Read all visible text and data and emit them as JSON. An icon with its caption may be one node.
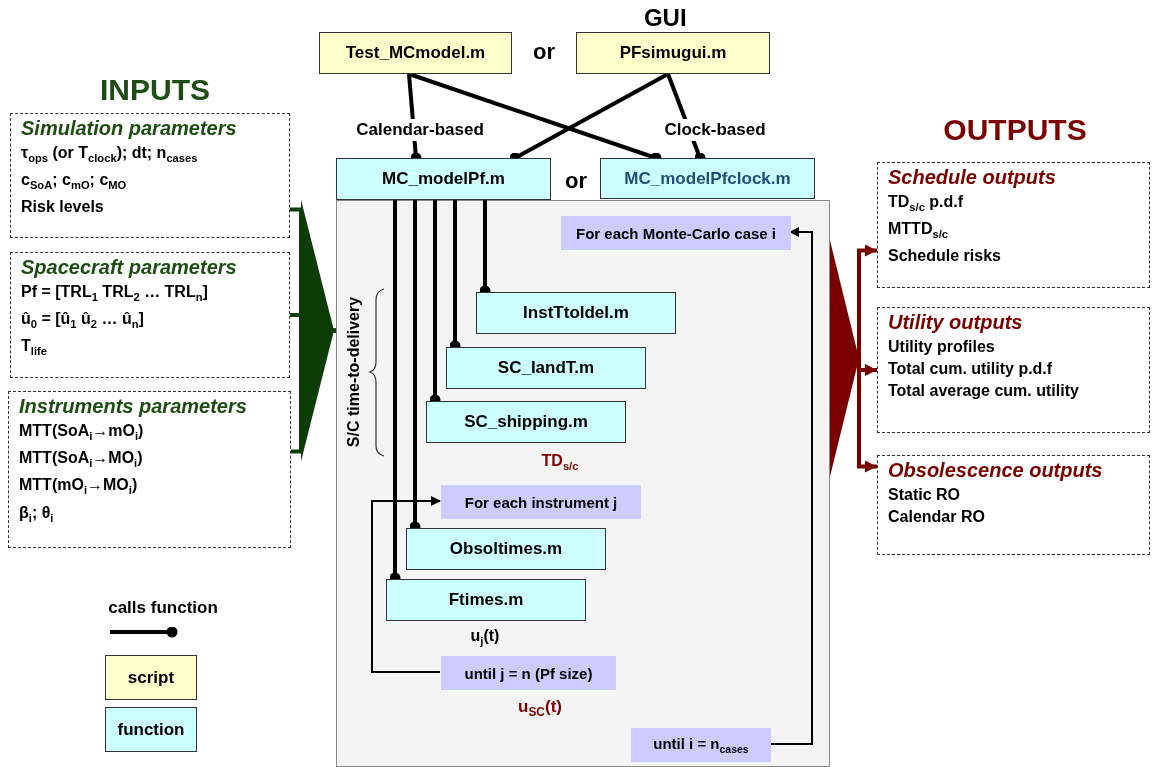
{
  "diagram": {
    "nodes": [
      {
        "text": [
          "Test_MCmodel.m"
        ]
      },
      {
        "text": [
          "PFsimugui.m"
        ],
        "beside": [
          "GUI"
        ]
      },
      {
        "text": [
          "MC_modelPf.m"
        ]
      },
      {
        "text": [
          "MC_modelPfclock.m"
        ]
      },
      {
        "text": [],
        "shape": "box"
      },
      {
        "text": [
          "For each Monte-Carlo case i"
        ],
        "in": 4
      },
      {
        "text": [
          "InstTtoIdel.m"
        ],
        "in": 4
      },
      {
        "text": [
          "SC_IandT.m"
        ],
        "in": 4
      },
      {
        "text": [
          "SC_shipping.m"
        ],
        "in": 4
      },
      {
        "text": [
          "For each instrument j"
        ],
        "in": 4
      },
      {
        "text": [
          "Obsoltimes.m"
        ],
        "in": 4
      },
      {
        "text": [
          "Ftimes.m"
        ],
        "in": 4
      },
      {
        "text": [
          "until j = n (Pf size)"
        ],
        "in": 4
      },
      {
        "text": [
          "until i = n$_{cases}$"
        ],
        "in": 4
      },
      {
        "text": [
          "Simulation parameters",
          "τ$_{ops}$ (or T$_{clock}$); dt; n$_{cases}$",
          "c$_{SoA}$; c$_{mO}$; c$_{MO}$",
          "Risk levels"
        ]
      },
      {
        "text": [
          "Spacecraft parameters",
          "Pf = [TRL$_{1}$ TRL$_{2}$ … TRL$_{n}$]",
          "û$_{0}$ = [û$_{1}$ û$_{2}$ … û$_{n}$]",
          "T$_{life}$"
        ]
      },
      {
        "text": [
          "Instruments parameters",
          "MTT(SoA$_{i}$→mO$_{i}$)",
          "MTT(SoA$_{i}$→MO$_{i}$)",
          "MTT(mO$_{i}$→MO$_{i}$)",
          "β$_{i}$; θ$_{i}$"
        ]
      },
      {
        "text": [
          "Schedule outputs",
          "TD$_{s/c}$ p.d.f",
          "MTTD$_{s/c}$",
          "Schedule risks"
        ]
      },
      {
        "text": [
          "Utility outputs",
          "Utility profiles",
          "Total cum. utility p.d.f",
          "Total average cum. utility"
        ]
      },
      {
        "text": [
          "Obsolescence outputs",
          "Static RO",
          "Calendar RO"
        ]
      }
    ],
    "edges": [
      {
        "from": 0,
        "to": 2,
        "arrow": "other",
        "label": "Calendar-based"
      },
      {
        "from": 0,
        "to": 3,
        "arrow": "other"
      },
      {
        "from": 1,
        "to": 2,
        "arrow": "other"
      },
      {
        "from": 1,
        "to": 3,
        "arrow": "other",
        "label": "Clock-based"
      },
      {
        "from": 2,
        "to": 6,
        "arrow": "other"
      },
      {
        "from": 2,
        "to": 7,
        "arrow": "other"
      },
      {
        "from": 2,
        "to": 8,
        "arrow": "other"
      },
      {
        "from": 2,
        "to": 10,
        "arrow": "other"
      },
      {
        "from": 2,
        "to": 11,
        "arrow": "other"
      },
      {
        "from": 13,
        "to": 5,
        "arrow": "to"
      },
      {
        "from": 12,
        "to": 9,
        "arrow": "to"
      },
      {
        "from": 14,
        "to": 4,
        "arrow": "to",
        "color": "#0d3d06"
      },
      {
        "from": 15,
        "to": 4,
        "arrow": "to",
        "color": "#0d3d06"
      },
      {
        "from": 16,
        "to": 4,
        "arrow": "to",
        "color": "#0d3d06"
      },
      {
        "from": 4,
        "to": 17,
        "arrow": "to",
        "color": "#7a0000"
      },
      {
        "from": 4,
        "to": 18,
        "arrow": "to",
        "color": "#7a0000"
      },
      {
        "from": 4,
        "to": 19,
        "arrow": "to",
        "color": "#7a0000"
      }
    ],
    "labels": [
      "INPUTS",
      "OUTPUTS",
      "or",
      "or",
      "S/C time-to-delivery",
      "TD$_{s/c}$",
      "u$_{j}$(t)",
      "u$_{SC}$(t)"
    ],
    "legend": [
      {
        "text": "calls function"
      },
      {
        "text": "script",
        "color": "#ffffcc"
      },
      {
        "text": "function",
        "color": "#ccffff"
      }
    ]
  }
}
